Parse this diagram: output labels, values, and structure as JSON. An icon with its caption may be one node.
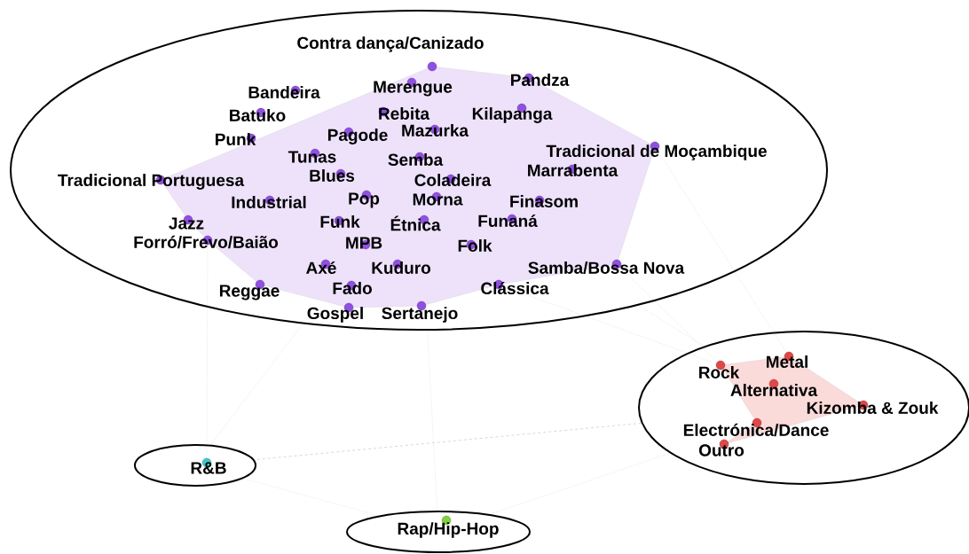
{
  "diagram": {
    "nodes": [
      {
        "text": [],
        "shape": "ellipse"
      },
      {
        "text": [
          "Contra dança/Canizado"
        ],
        "in": 0
      },
      {
        "text": [
          "Bandeira"
        ],
        "in": 0
      },
      {
        "text": [
          "Merengue"
        ],
        "in": 0
      },
      {
        "text": [
          "Pandza"
        ],
        "in": 0
      },
      {
        "text": [
          "Batuko"
        ],
        "in": 0
      },
      {
        "text": [
          "Rebita"
        ],
        "in": 0
      },
      {
        "text": [
          "Kilapanga"
        ],
        "in": 0
      },
      {
        "text": [
          "Punk"
        ],
        "in": 0
      },
      {
        "text": [
          "Pagode"
        ],
        "in": 0
      },
      {
        "text": [
          "Mazurka"
        ],
        "in": 0
      },
      {
        "text": [
          "Tradicional de Moçambique"
        ],
        "in": 0
      },
      {
        "text": [
          "Tunas"
        ],
        "in": 0
      },
      {
        "text": [
          "Semba"
        ],
        "in": 0
      },
      {
        "text": [
          "Marrabenta"
        ],
        "in": 0
      },
      {
        "text": [
          "Tradicional Portuguesa"
        ],
        "in": 0
      },
      {
        "text": [
          "Blues"
        ],
        "in": 0
      },
      {
        "text": [
          "Coladeira"
        ],
        "in": 0
      },
      {
        "text": [
          "Industrial"
        ],
        "in": 0
      },
      {
        "text": [
          "Pop"
        ],
        "in": 0
      },
      {
        "text": [
          "Morna"
        ],
        "in": 0
      },
      {
        "text": [
          "Finasom"
        ],
        "in": 0
      },
      {
        "text": [
          "Jazz"
        ],
        "in": 0
      },
      {
        "text": [
          "Funk"
        ],
        "in": 0
      },
      {
        "text": [
          "Étnica"
        ],
        "in": 0
      },
      {
        "text": [
          "Funaná"
        ],
        "in": 0
      },
      {
        "text": [
          "Forró/Frevo/Baião"
        ],
        "in": 0
      },
      {
        "text": [
          "MPB"
        ],
        "in": 0
      },
      {
        "text": [
          "Folk"
        ],
        "in": 0
      },
      {
        "text": [
          "Axé"
        ],
        "in": 0
      },
      {
        "text": [
          "Kuduro"
        ],
        "in": 0
      },
      {
        "text": [
          "Samba/Bossa Nova"
        ],
        "in": 0
      },
      {
        "text": [
          "Reggae"
        ],
        "in": 0
      },
      {
        "text": [
          "Fado"
        ],
        "in": 0
      },
      {
        "text": [
          "Clássica"
        ],
        "in": 0
      },
      {
        "text": [
          "Gospel"
        ],
        "in": 0
      },
      {
        "text": [
          "Sertanejo"
        ],
        "in": 0
      },
      {
        "text": [],
        "shape": "ellipse"
      },
      {
        "text": [
          "Rock"
        ],
        "in": 37
      },
      {
        "text": [
          "Metal"
        ],
        "in": 37
      },
      {
        "text": [
          "Alternativa"
        ],
        "in": 37
      },
      {
        "text": [
          "Kizomba & Zouk"
        ],
        "in": 37
      },
      {
        "text": [
          "Electrónica/Dance"
        ],
        "in": 37
      },
      {
        "text": [
          "Outro"
        ],
        "in": 37
      },
      {
        "text": [],
        "shape": "ellipse"
      },
      {
        "text": [
          "R&B"
        ],
        "in": 44
      },
      {
        "text": [],
        "shape": "ellipse"
      },
      {
        "text": [
          "Rap/Hip-Hop"
        ],
        "in": 46
      }
    ],
    "edges": [
      {
        "from": 0,
        "to": 44,
        "arrow": "none"
      },
      {
        "from": 0,
        "to": 46,
        "arrow": "none"
      },
      {
        "from": 0,
        "to": 37,
        "arrow": "none"
      },
      {
        "from": 26,
        "to": 45,
        "arrow": "none"
      },
      {
        "from": 31,
        "to": 38,
        "arrow": "none"
      },
      {
        "from": 34,
        "to": 38,
        "arrow": "none"
      },
      {
        "from": 11,
        "to": 39,
        "arrow": "none"
      },
      {
        "from": 37,
        "to": 44,
        "arrow": "none",
        "style": "dashed",
        "color": "#b08080"
      },
      {
        "from": 37,
        "to": 46,
        "arrow": "none",
        "color": "#b08080"
      },
      {
        "from": 44,
        "to": 46,
        "arrow": "none",
        "color": "#80a8a8"
      }
    ]
  }
}
